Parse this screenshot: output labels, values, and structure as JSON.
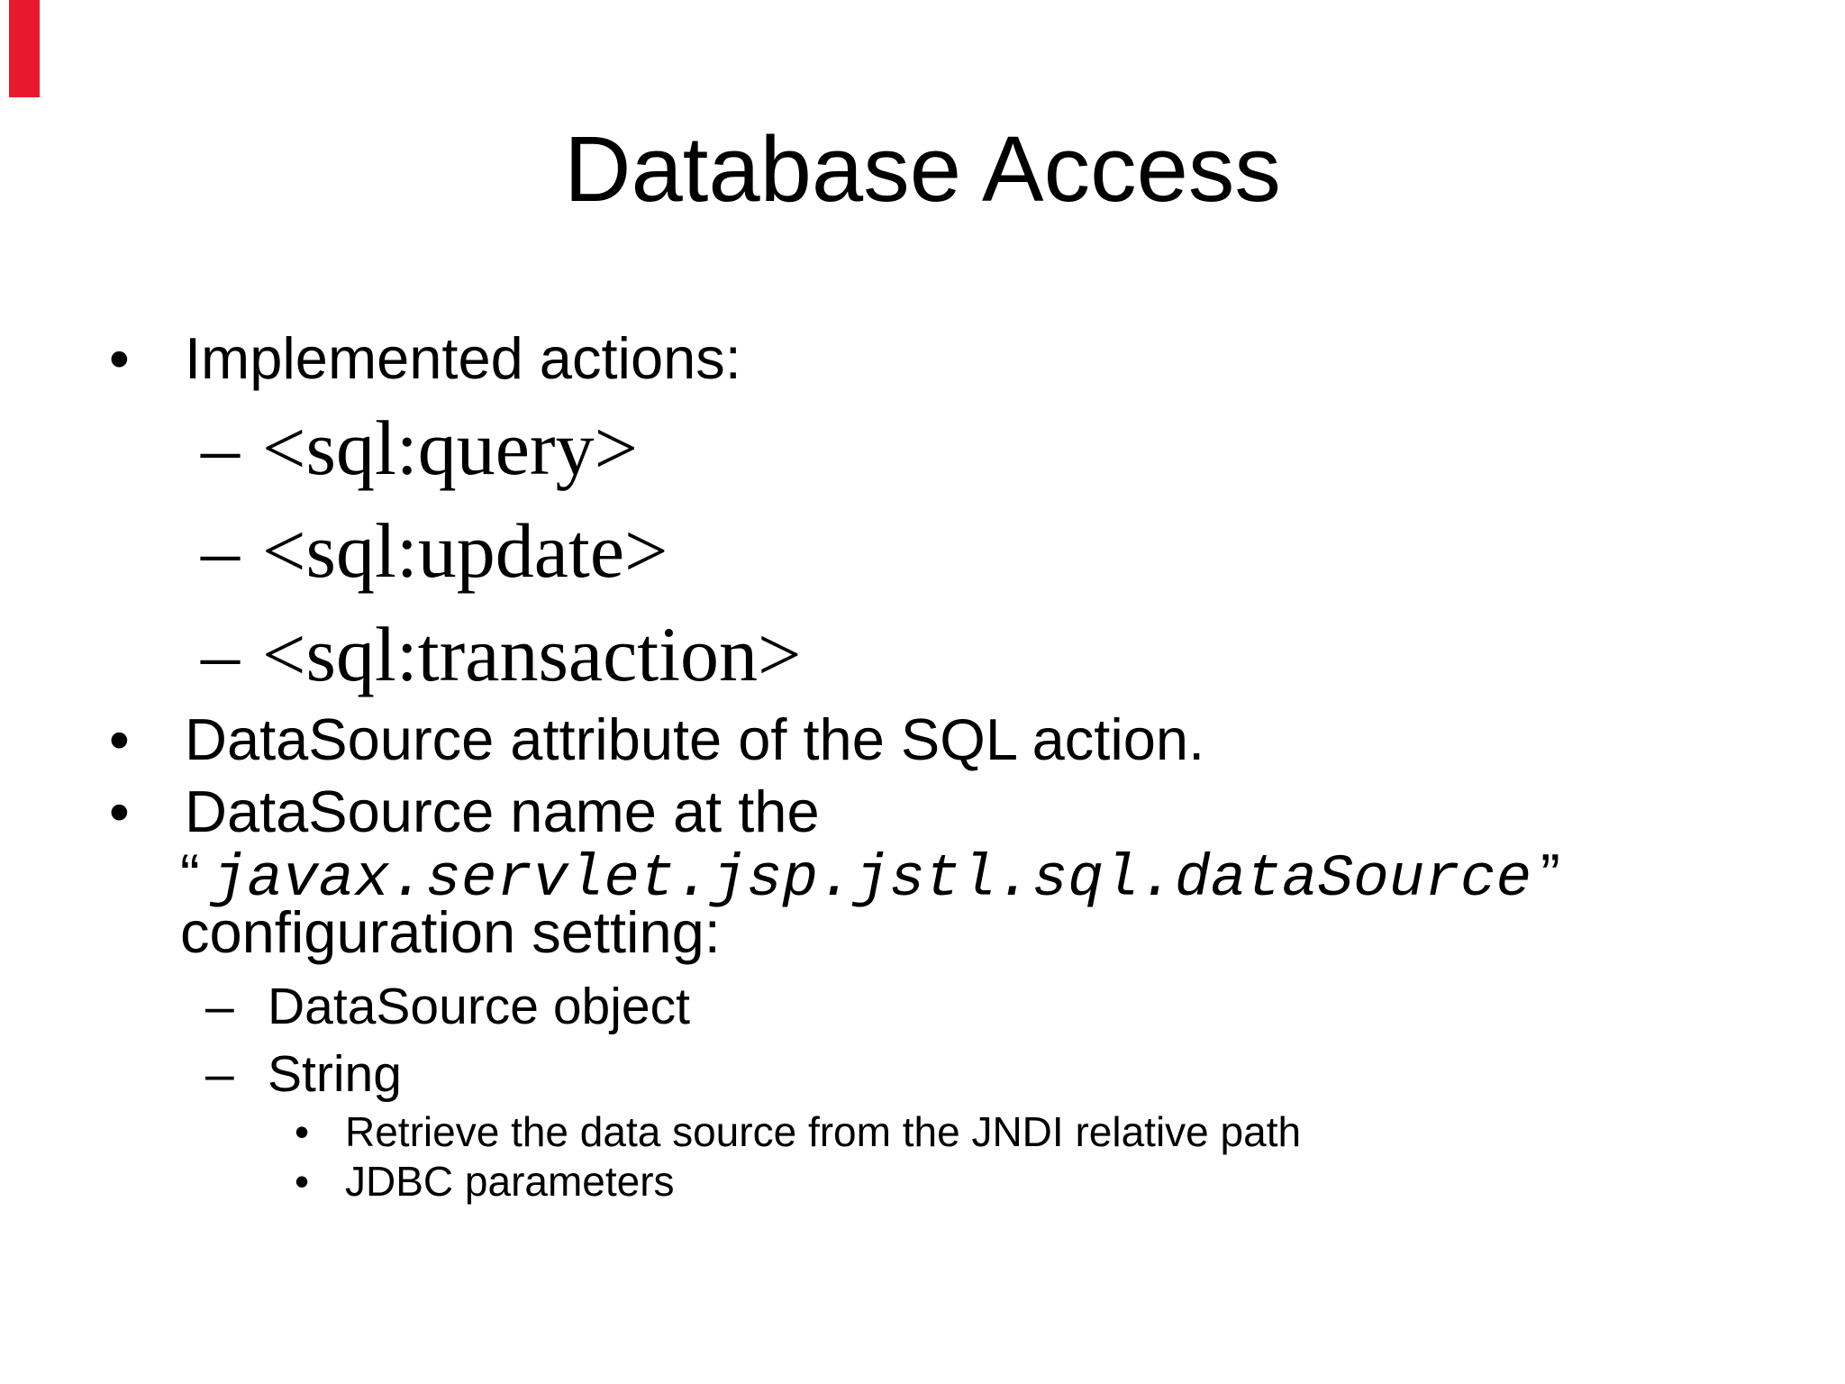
{
  "slide": {
    "background_color": "#ffffff",
    "text_color": "#000000",
    "marker_color": "#e8192d",
    "title": "Database Access",
    "markers": {
      "bullet": "•",
      "dash": "–",
      "sub_bullet": "•"
    },
    "content": {
      "implemented_actions": "Implemented actions:",
      "sql_query": "<sql:query>",
      "sql_update": "<sql:update>",
      "sql_transaction": "<sql:transaction>",
      "datasource_attribute": "DataSource attribute of the SQL action.",
      "datasource_name": "DataSource name at the",
      "quote_open": "“",
      "datasource_config_path": "javax.servlet.jsp.jstl.sql.dataSource",
      "quote_close": "”",
      "configuration_setting": "configuration setting:",
      "datasource_object": "DataSource object",
      "string_type": "String",
      "retrieve_jndi": "Retrieve the data source from the JNDI relative path",
      "jdbc_parameters": "JDBC parameters"
    }
  }
}
